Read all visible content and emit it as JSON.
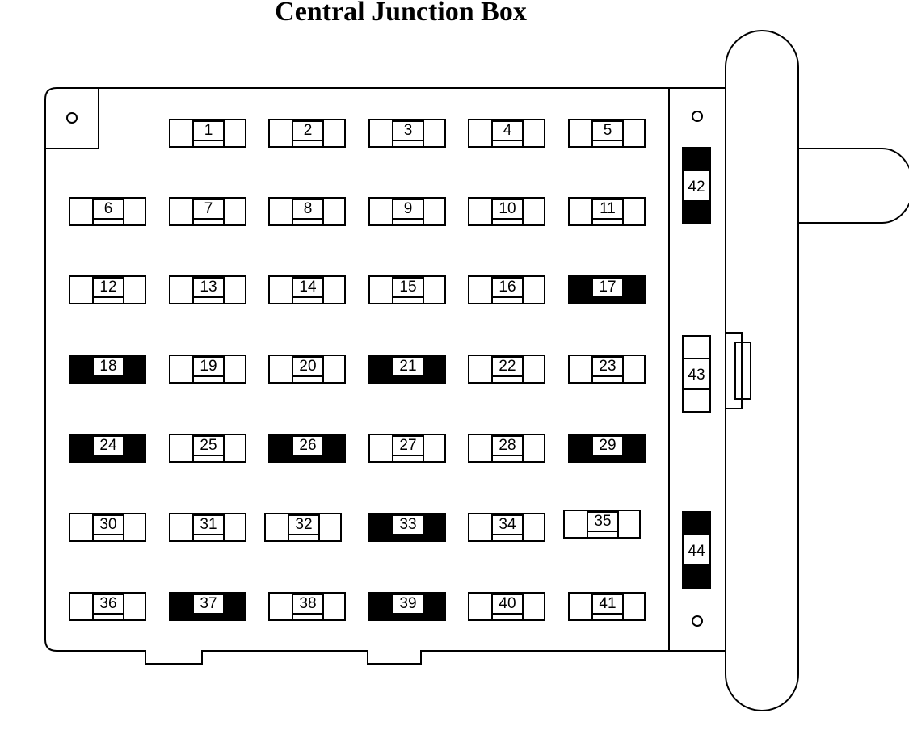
{
  "title": "Central Junction Box",
  "colors": {
    "line": "#000000",
    "background": "#ffffff",
    "fill": "#000000"
  },
  "fuses": [
    {
      "label": "1",
      "style": "outline"
    },
    {
      "label": "2",
      "style": "outline"
    },
    {
      "label": "3",
      "style": "outline"
    },
    {
      "label": "4",
      "style": "outline"
    },
    {
      "label": "5",
      "style": "outline"
    },
    {
      "label": "6",
      "style": "outline"
    },
    {
      "label": "7",
      "style": "outline"
    },
    {
      "label": "8",
      "style": "outline"
    },
    {
      "label": "9",
      "style": "outline"
    },
    {
      "label": "10",
      "style": "outline"
    },
    {
      "label": "11",
      "style": "outline"
    },
    {
      "label": "12",
      "style": "outline"
    },
    {
      "label": "13",
      "style": "outline"
    },
    {
      "label": "14",
      "style": "outline"
    },
    {
      "label": "15",
      "style": "outline"
    },
    {
      "label": "16",
      "style": "outline"
    },
    {
      "label": "17",
      "style": "solid"
    },
    {
      "label": "18",
      "style": "solid"
    },
    {
      "label": "19",
      "style": "outline"
    },
    {
      "label": "20",
      "style": "outline"
    },
    {
      "label": "21",
      "style": "solid"
    },
    {
      "label": "22",
      "style": "outline"
    },
    {
      "label": "23",
      "style": "outline"
    },
    {
      "label": "24",
      "style": "solid"
    },
    {
      "label": "25",
      "style": "outline"
    },
    {
      "label": "26",
      "style": "solid"
    },
    {
      "label": "27",
      "style": "outline"
    },
    {
      "label": "28",
      "style": "outline"
    },
    {
      "label": "29",
      "style": "solid"
    },
    {
      "label": "30",
      "style": "outline"
    },
    {
      "label": "31",
      "style": "outline"
    },
    {
      "label": "32",
      "style": "outline"
    },
    {
      "label": "33",
      "style": "solid"
    },
    {
      "label": "34",
      "style": "outline"
    },
    {
      "label": "35",
      "style": "outline"
    },
    {
      "label": "36",
      "style": "outline"
    },
    {
      "label": "37",
      "style": "solid"
    },
    {
      "label": "38",
      "style": "outline"
    },
    {
      "label": "39",
      "style": "solid"
    },
    {
      "label": "40",
      "style": "outline"
    },
    {
      "label": "41",
      "style": "outline"
    }
  ],
  "side_fuses": [
    {
      "label": "42",
      "style": "solid-ends"
    },
    {
      "label": "43",
      "style": "outline"
    },
    {
      "label": "44",
      "style": "solid-ends"
    }
  ]
}
